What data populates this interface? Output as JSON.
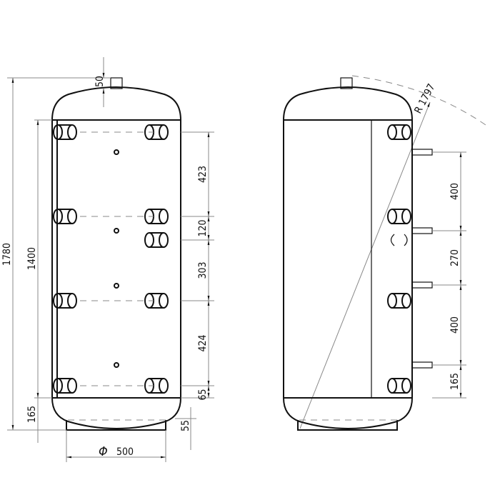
{
  "front_view": {
    "total_height": "1780",
    "body_height": "1400",
    "bottom_offset": "165",
    "nozzle_height": "50",
    "foot_height": "55",
    "diameter_symbol": "Φ",
    "diameter": "500",
    "port_spacings": [
      "423",
      "120",
      "303",
      "424",
      "65"
    ]
  },
  "side_view": {
    "radius_label": "R 1797",
    "nozzle_spacings": [
      "400",
      "270",
      "400",
      "165"
    ]
  }
}
